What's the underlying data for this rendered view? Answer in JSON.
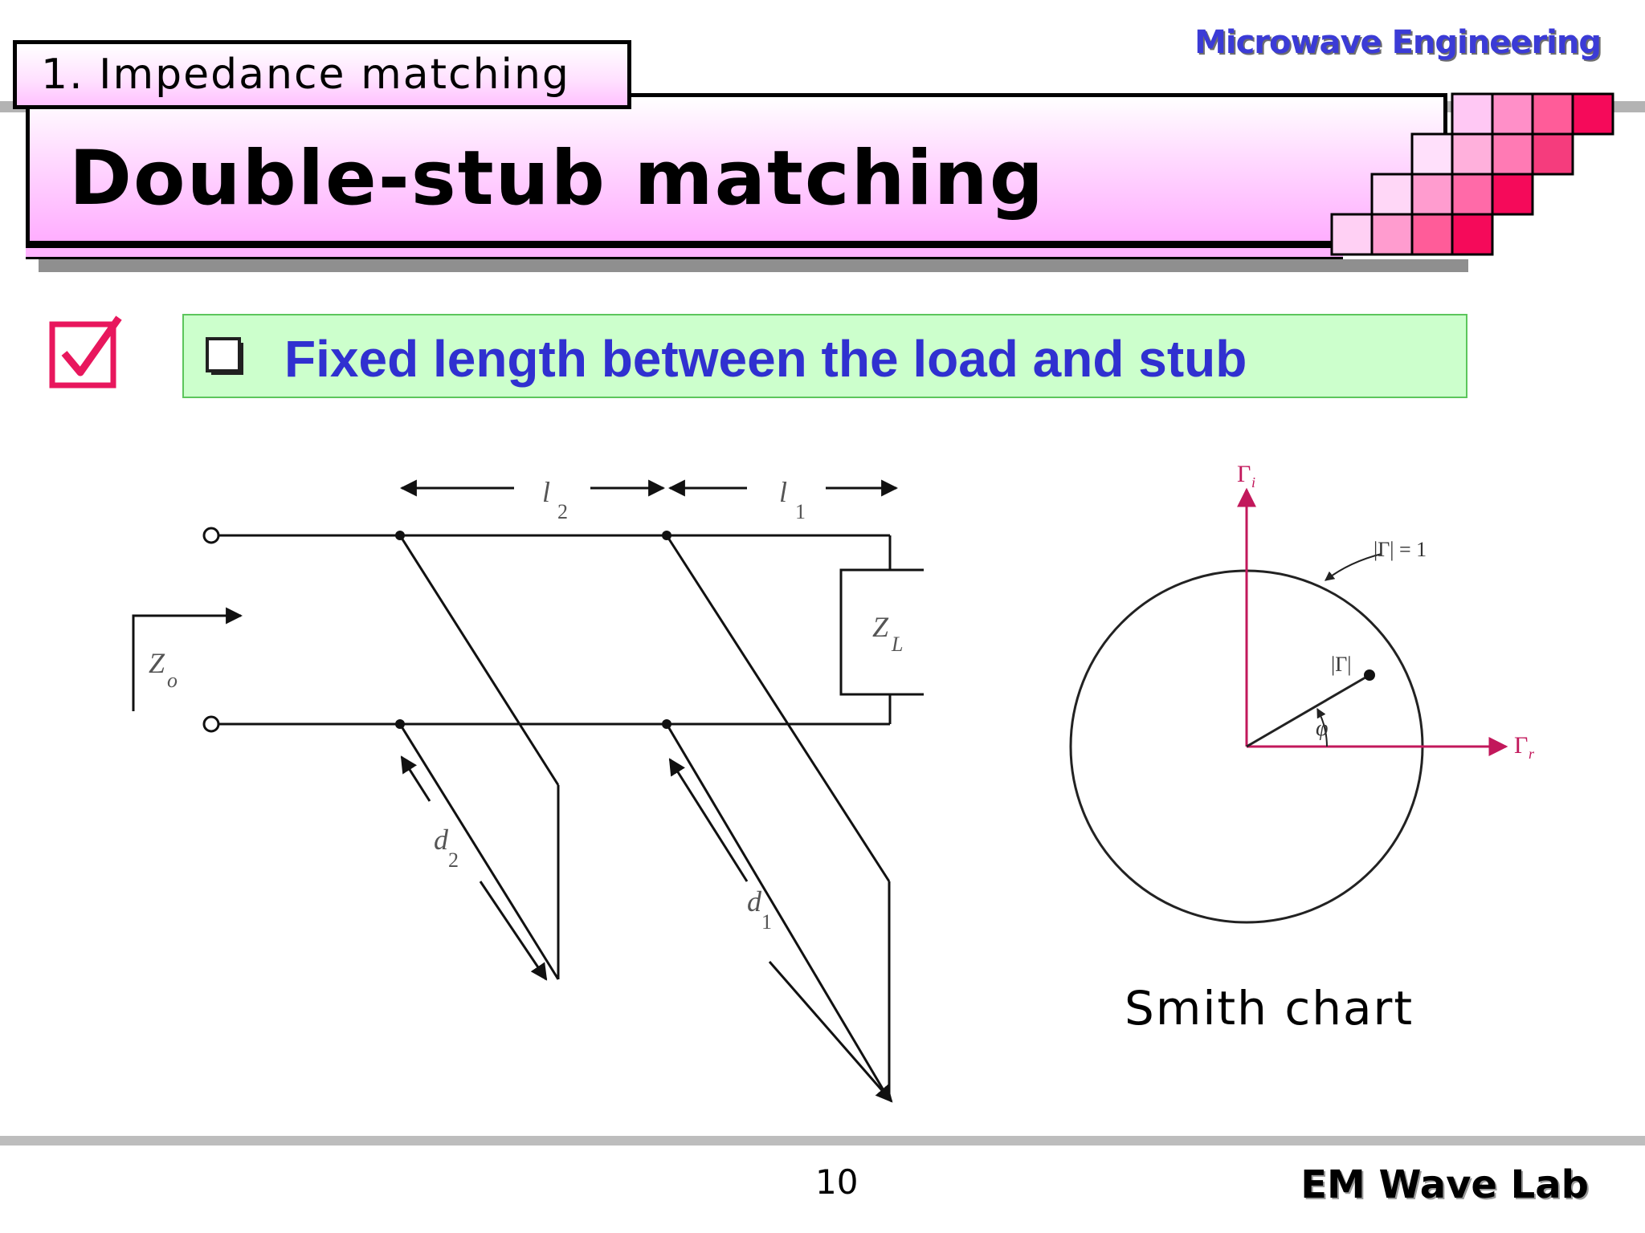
{
  "header": {
    "brand": "Microwave Engineering",
    "section": "1. Impedance matching",
    "title": "Double-stub matching"
  },
  "bullet": {
    "text": "Fixed length between the load and stub"
  },
  "circuit_diagram": {
    "labels": {
      "l2": "l",
      "l2_sub": "2",
      "l1": "l",
      "l1_sub": "1",
      "zo": "Z",
      "zo_sub": "o",
      "zl": "Z",
      "zl_sub": "L",
      "d2": "d",
      "d2_sub": "2",
      "d1": "d",
      "d1_sub": "1"
    }
  },
  "smith": {
    "axis_imag": "Γ",
    "axis_imag_sub": "i",
    "axis_real": "Γ",
    "axis_real_sub": "r",
    "unit_circle_label": "|Γ| = 1",
    "magnitude_label": "|Γ|",
    "angle_label": "φ",
    "caption": "Smith chart"
  },
  "footer": {
    "page_number": "10",
    "lab": "EM Wave Lab"
  },
  "colors": {
    "accent_magenta": "#c2185b",
    "title_text_blue": "#3030d0",
    "check_red": "#e8175d"
  }
}
